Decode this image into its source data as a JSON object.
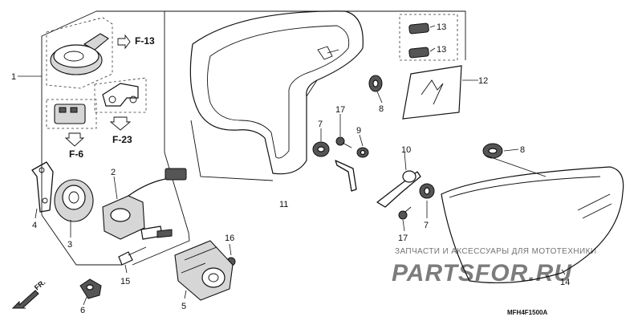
{
  "callouts": [
    "1",
    "2",
    "3",
    "4",
    "5",
    "6",
    "7",
    "7",
    "8",
    "8",
    "9",
    "10",
    "11",
    "12",
    "13",
    "13",
    "14",
    "15",
    "16",
    "17",
    "17"
  ],
  "references": {
    "f13": "F-13",
    "f23": "F-23",
    "f6": "F-6"
  },
  "direction_label": "FR.",
  "watermark": {
    "caption": "ЗАПЧАСТИ И АКСЕССУАРЫ ДЛЯ МОТОТЕХНИКИ",
    "logo_text": "PARTSFOR.RU",
    "color": "#e23b3b"
  },
  "diagram_code": "MFH4F1500A"
}
